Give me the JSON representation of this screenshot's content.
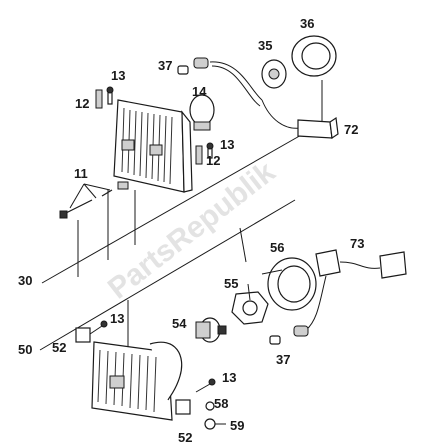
{
  "watermark": "PartsRepublik",
  "labels": {
    "p11": "11",
    "p12a": "12",
    "p12b": "12",
    "p13a": "13",
    "p13b": "13",
    "p13c": "13",
    "p13d": "13",
    "p14": "14",
    "p30": "30",
    "p35": "35",
    "p36": "36",
    "p37a": "37",
    "p37b": "37",
    "p50": "50",
    "p52a": "52",
    "p52b": "52",
    "p54": "54",
    "p55": "55",
    "p56": "56",
    "p58": "58",
    "p59": "59",
    "p72": "72",
    "p73": "73"
  }
}
